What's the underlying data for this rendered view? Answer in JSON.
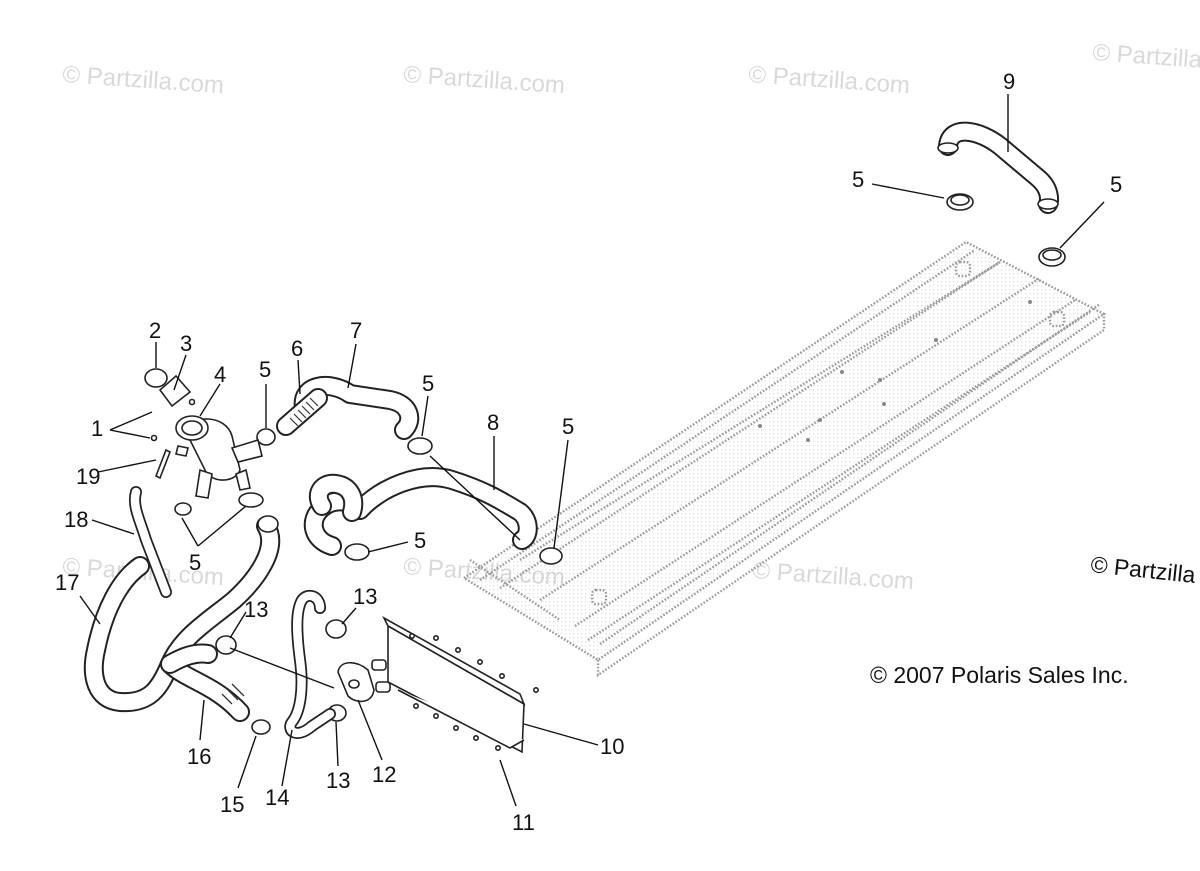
{
  "watermarks": [
    "© Partzilla.com",
    "© Partzilla.com",
    "© Partzilla.com",
    "© Partzilla.com",
    "© Partzilla.com",
    "© Partzilla.com",
    "© Partzilla.com",
    "© Partzilla"
  ],
  "copyright": "© 2007 Polaris Sales Inc.",
  "callouts": [
    "1",
    "2",
    "3",
    "4",
    "5",
    "6",
    "7",
    "8",
    "9",
    "10",
    "11",
    "12",
    "13",
    "14",
    "15",
    "16",
    "17",
    "18",
    "19"
  ]
}
